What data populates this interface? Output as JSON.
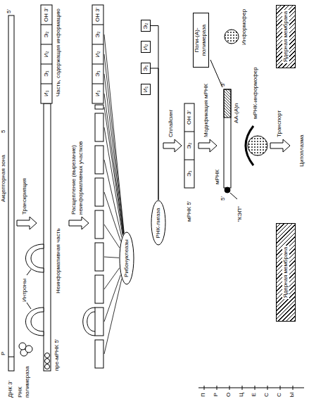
{
  "diagram": {
    "nodes": [
      {
        "text": [
          "Рибонуклеазы"
        ]
      },
      {
        "text": [
          "РНК-лигаза"
        ]
      },
      {
        "text": [
          "Информофер"
        ]
      },
      {
        "text": [
          "Поли-(А)-полимераза"
        ]
      },
      {
        "text": [
          "Ядерная мембрана"
        ]
      },
      {
        "text": [
          "Ядерная мембрана"
        ]
      },
      {
        "text": [
          "И₁"
        ]
      },
      {
        "text": [
          "Э₁"
        ]
      },
      {
        "text": [
          "И₂"
        ]
      },
      {
        "text": [
          "Э₂"
        ]
      }
    ],
    "edges": [
      {
        "from": 1,
        "to": 7,
        "arrow": "none"
      },
      {
        "from": 1,
        "to": 9,
        "arrow": "none"
      }
    ],
    "labels": [
      "ДНК 3'",
      "Р",
      "Акцепторная зона",
      "5",
      "5'",
      "РНК полимераза",
      "пре-мРНК 5'",
      "Интроны",
      "Неинформативная часть",
      "И₁",
      "Э₁",
      "И₂",
      "Э₂",
      "ОН 3'",
      "Часть, содержащая информацию",
      "Транскрипция",
      "Расщепление (вырезание) неинформативных участков",
      "И₁",
      "Э₁",
      "И₂",
      "Э₂",
      "ОН 3'",
      "Сплайсинг",
      "мРНК 5'",
      "Э₁",
      "Э₂",
      "ОН 3'",
      "Модификация мРНК",
      "\"КЭП\"",
      "5'",
      "мРНК",
      "3'",
      "АА-(А)n",
      "мРНК-информофер",
      "Транспорт",
      "Цитоплазма",
      "П",
      "Р",
      "О",
      "Ц",
      "Е",
      "С",
      "С",
      "Ы"
    ]
  }
}
